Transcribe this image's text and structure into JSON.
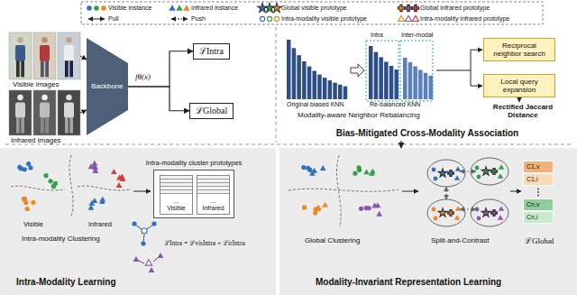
{
  "diagram": {
    "nodes": [
      {
        "text": [
          "Backbone"
        ]
      },
      {
        "text": [
          "ℒIntra"
        ]
      },
      {
        "text": [
          "ℒGlobal"
        ]
      },
      {
        "text": [
          "Bias-Mitigated Cross-Modality Association"
        ]
      },
      {
        "text": [
          "Reciprocal neighbor search"
        ],
        "in": 3
      },
      {
        "text": [
          "Local query expansion"
        ],
        "in": 3
      },
      {
        "text": [
          "Intra-Modality Learning"
        ]
      },
      {
        "text": [
          "Intra-modality cluster prototypes"
        ],
        "in": 6
      },
      {
        "text": [
          "...",
          "Visible"
        ],
        "in": 7
      },
      {
        "text": [
          "...",
          "Infrared"
        ],
        "in": 7
      },
      {
        "text": [
          "Modality-Invariant Representation Learning"
        ]
      },
      {
        "text": [
          "C1,v",
          "C1,i",
          "Cn,v",
          "Cn,i"
        ],
        "in": 10
      }
    ],
    "edges": [
      {
        "from": 0,
        "to": 1,
        "arrow": "to"
      },
      {
        "from": 0,
        "to": 2,
        "arrow": "to"
      },
      {
        "from": 3,
        "to": 10,
        "arrow": "to"
      }
    ],
    "labels": [
      "Visible images",
      "Infrared images",
      "fθ(x)",
      "Original biased KNN",
      "Intra",
      "Inter-modal",
      "Re-balanced KNN",
      "Modality-aware Neighbor Rebalancing",
      "Rectified Jaccard Distance",
      "Visible",
      "Infrared",
      "Intra-modality Clustering",
      "ℒIntra = ℒvisIntra + ℒirIntra",
      "Global Clustering",
      "Split-and-Contrast",
      "ℒGlobal"
    ],
    "legend": [
      {
        "text": "Visible instance"
      },
      {
        "text": "Infrared instance"
      },
      {
        "text": "Global visible prototype"
      },
      {
        "text": "Global infrared prototype"
      },
      {
        "text": "Pull"
      },
      {
        "text": "Push"
      },
      {
        "text": "Intra-modality visible prototype"
      },
      {
        "text": "Intra-modality infrared prototype"
      }
    ]
  }
}
